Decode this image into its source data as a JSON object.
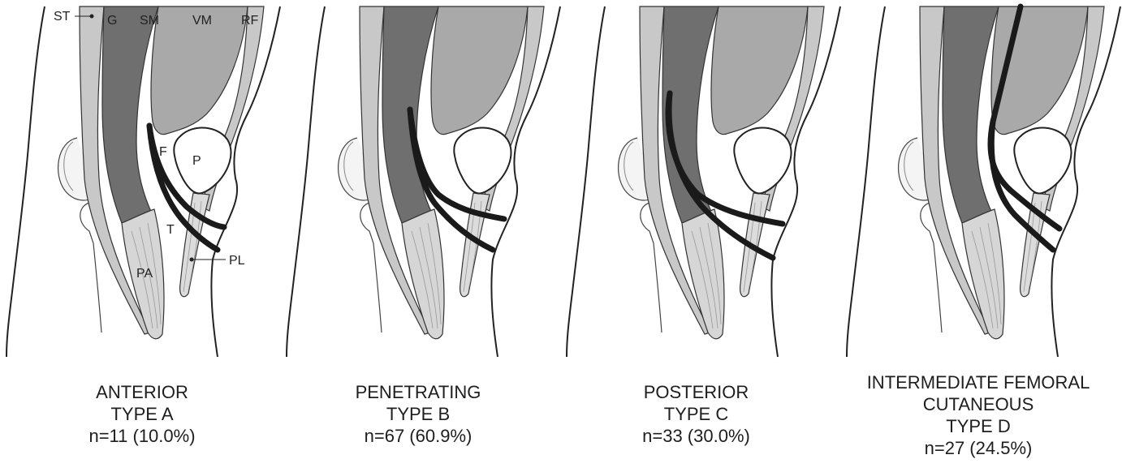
{
  "labels": {
    "ST": "ST",
    "G": "G",
    "SM": "SM",
    "VM": "VM",
    "RF": "RF",
    "F": "F",
    "P": "P",
    "T": "T",
    "PA": "PA",
    "PL": "PL"
  },
  "panels": [
    {
      "name": "ANTERIOR",
      "type": "TYPE A",
      "count": "n=11 (10.0%)"
    },
    {
      "name": "PENETRATING",
      "type": "TYPE B",
      "count": "n=67 (60.9%)"
    },
    {
      "name": "POSTERIOR",
      "type": "TYPE C",
      "count": "n=33 (30.0%)"
    },
    {
      "name": "INTERMEDIATE FEMORAL CUTANEOUS",
      "name_line1": "INTERMEDIATE FEMORAL",
      "name_line2": "CUTANEOUS",
      "type": "TYPE D",
      "count": "n=27 (24.5%)"
    }
  ],
  "colors": {
    "sartorius_dark": "#6f6f6f",
    "muscle_mid": "#a9a9a9",
    "muscle_light": "#c8c8c8",
    "tendon_light": "#dcdcdc",
    "nerve": "#1a1a1a",
    "outline": "#333333",
    "background": "#ffffff"
  }
}
